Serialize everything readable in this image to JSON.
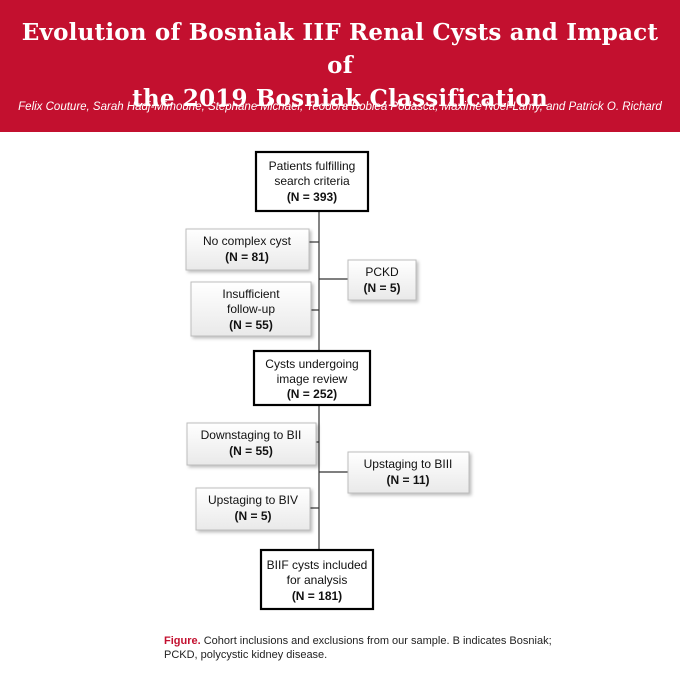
{
  "header": {
    "title_line1": "Evolution of Bosniak IIF Renal Cysts and Impact of",
    "title_line2": "the 2019 Bosniak Classification",
    "authors": "Felix Couture, Sarah Hadj-Mimoune, Stephane Michael, Teodora Boblea Podasca, Maxime Noel-Lamy, and Patrick O. Richard",
    "accent_color": "#c3102f"
  },
  "flowchart": {
    "main": {
      "patients": {
        "line1": "Patients fulfilling",
        "line2": "search criteria",
        "n": "(N = 393)"
      },
      "review": {
        "line1": "Cysts undergoing",
        "line2": "image review",
        "n": "(N = 252)"
      },
      "included": {
        "line1": "BIIF cysts included",
        "line2": "for analysis",
        "n": "(N = 181)"
      }
    },
    "exclusions": {
      "no_complex": {
        "line1": "No complex cyst",
        "n": "(N = 81)"
      },
      "pckd": {
        "line1": "PCKD",
        "n": "(N = 5)"
      },
      "insufficient": {
        "line1": "Insufficient",
        "line2": "follow-up",
        "n": "(N = 55)"
      },
      "downstaging": {
        "line1": "Downstaging to BII",
        "n": "(N = 55)"
      },
      "upstaging_biii": {
        "line1": "Upstaging to BIII",
        "n": "(N = 11)"
      },
      "upstaging_biv": {
        "line1": "Upstaging to BIV",
        "n": "(N = 5)"
      }
    }
  },
  "caption": {
    "label": "Figure.",
    "text": " Cohort inclusions and exclusions from our sample. B indicates Bosniak; PCKD, polycystic kidney disease."
  }
}
